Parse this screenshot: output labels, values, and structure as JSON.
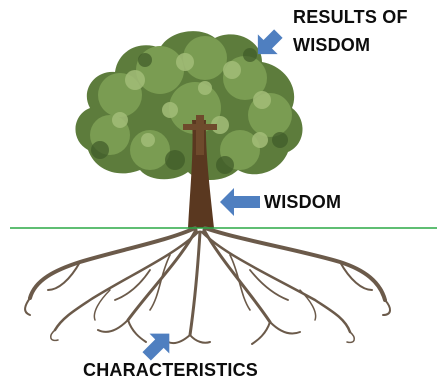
{
  "labels": {
    "results_line1": "RESULTS OF",
    "results_line2": "WISDOM",
    "wisdom": "WISDOM",
    "characteristics": "CHARACTERISTICS"
  },
  "colors": {
    "arrow": "#4f7fc0",
    "ground_line": "#2aa845",
    "trunk": "#5a3820",
    "foliage_dark": "#4d6a33",
    "foliage_mid": "#71934a",
    "foliage_light": "#a3bd78",
    "roots": "#6b5a4a"
  },
  "icons": [
    "arrow-down-left-icon",
    "arrow-left-icon",
    "arrow-up-right-icon"
  ]
}
